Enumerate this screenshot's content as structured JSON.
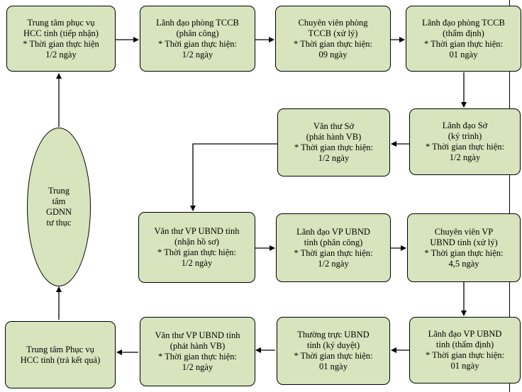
{
  "nodes": [
    {
      "id": "n1",
      "lines": [
        "Trung tâm phục vụ",
        "HCC tỉnh (tiếp nhận)",
        "* Thời gian thực hiện",
        "1/2 ngày"
      ]
    },
    {
      "id": "n2",
      "lines": [
        "Lãnh đạo phòng TCCB",
        "(phân công)",
        "* Thời gian thực hiện:",
        "1/2 ngày"
      ]
    },
    {
      "id": "n3",
      "lines": [
        "Chuyên viên phòng",
        "TCCB (xử lý)",
        "* Thời gian thực hiện:",
        "09 ngày"
      ]
    },
    {
      "id": "n4",
      "lines": [
        "Lãnh đạo phòng TCCB",
        "(thẩm định)",
        "* Thời gian thực hiện:",
        "01 ngày"
      ]
    },
    {
      "id": "n5",
      "lines": [
        "Lãnh đạo Sở",
        "(ký trình)",
        "* Thời gian thực hiện:",
        "1/2 ngày"
      ]
    },
    {
      "id": "n6",
      "lines": [
        "Văn thư Sở",
        "(phát hành VB)",
        "* Thời gian thực hiện:",
        "1/2 ngày"
      ]
    },
    {
      "id": "n7",
      "lines": [
        "Văn thư VP UBND tỉnh",
        "(nhận hồ sơ)",
        "* Thời gian thực hiện:",
        "1/2 ngày"
      ]
    },
    {
      "id": "n8",
      "lines": [
        "Lãnh đạo VP UBND",
        "tỉnh (phân công)",
        "* Thời gian thực hiện:",
        "1/2 ngày"
      ]
    },
    {
      "id": "n9",
      "lines": [
        "Chuyên viên VP",
        "UBND tỉnh (xử lý)",
        "* Thời gian thực hiện:",
        "4,5 ngày"
      ]
    },
    {
      "id": "n10",
      "lines": [
        "Lãnh đạo VP UBND",
        "tỉnh (thẩm định)",
        "* Thời gian thực hiện:",
        "01 ngày"
      ]
    },
    {
      "id": "n11",
      "lines": [
        "Thường trực UBND",
        "tỉnh (ký duyệt)",
        "* Thời gian thực hiện:",
        "01 ngày"
      ]
    },
    {
      "id": "n12",
      "lines": [
        "Văn thư VP UBND tỉnh",
        "(phát hành VB)",
        "* Thời gian thực hiện:",
        "1/2 ngày"
      ]
    },
    {
      "id": "n13",
      "lines": [
        "Trung tâm Phục vụ",
        "HCC tỉnh (trả kết quả)"
      ]
    }
  ],
  "start": {
    "lines": [
      "Trung",
      "tâm",
      "GDNN",
      "tư thục"
    ]
  },
  "colors": {
    "fill": "#d7e4bd",
    "stroke": "#000000"
  }
}
